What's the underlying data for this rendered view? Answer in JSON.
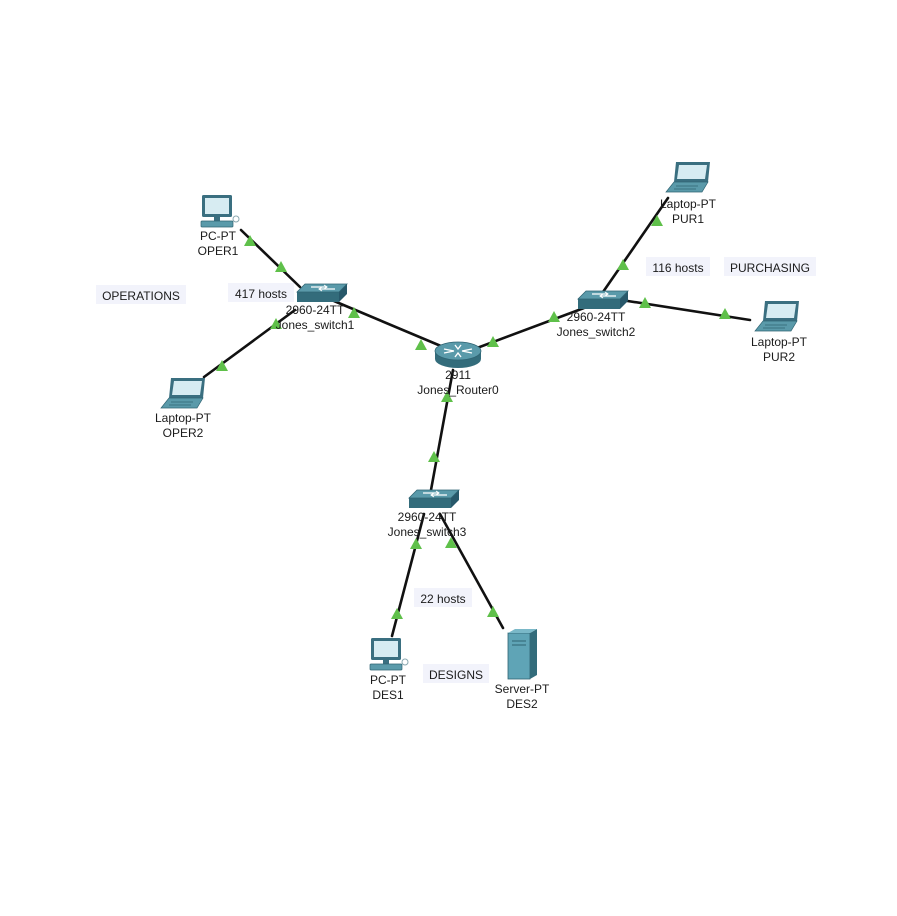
{
  "devices": [
    {
      "id": "router0",
      "icon": "router-icon",
      "model": "2911",
      "name": "Jones_Router0"
    },
    {
      "id": "switch1",
      "icon": "switch-icon",
      "model": "2960-24TT",
      "name": "Jones_switch1"
    },
    {
      "id": "switch2",
      "icon": "switch-icon",
      "model": "2960-24TT",
      "name": "Jones_switch2"
    },
    {
      "id": "switch3",
      "icon": "switch-icon",
      "model": "2960-24TT",
      "name": "Jones_switch3"
    },
    {
      "id": "oper1",
      "icon": "pc-icon",
      "model": "PC-PT",
      "name": "OPER1"
    },
    {
      "id": "oper2",
      "icon": "laptop-icon",
      "model": "Laptop-PT",
      "name": "OPER2"
    },
    {
      "id": "pur1",
      "icon": "laptop-icon",
      "model": "Laptop-PT",
      "name": "PUR1"
    },
    {
      "id": "pur2",
      "icon": "laptop-icon",
      "model": "Laptop-PT",
      "name": "PUR2"
    },
    {
      "id": "des1",
      "icon": "pc-icon",
      "model": "PC-PT",
      "name": "DES1"
    },
    {
      "id": "des2",
      "icon": "server-icon",
      "model": "Server-PT",
      "name": "DES2"
    }
  ],
  "links": [
    {
      "from": "router0",
      "to": "switch1"
    },
    {
      "from": "router0",
      "to": "switch2"
    },
    {
      "from": "router0",
      "to": "switch3"
    },
    {
      "from": "switch1",
      "to": "oper1"
    },
    {
      "from": "switch1",
      "to": "oper2"
    },
    {
      "from": "switch2",
      "to": "pur1"
    },
    {
      "from": "switch2",
      "to": "pur2"
    },
    {
      "from": "switch3",
      "to": "des1"
    },
    {
      "from": "switch3",
      "to": "des2"
    }
  ],
  "notes": [
    {
      "id": "operations-area",
      "text": "OPERATIONS"
    },
    {
      "id": "operations-hosts",
      "text": "417 hosts"
    },
    {
      "id": "purchasing-hosts",
      "text": "116 hosts"
    },
    {
      "id": "purchasing-area",
      "text": "PURCHASING"
    },
    {
      "id": "designs-hosts",
      "text": "22 hosts"
    },
    {
      "id": "designs-area",
      "text": "DESIGNS"
    }
  ],
  "colors": {
    "link": "#111111",
    "link_status_up": "#5fc04a",
    "device_body": "#5a9aaa",
    "device_dark": "#336c7b",
    "screen": "#d7ecf2",
    "note_background": "#f2f3fb"
  }
}
